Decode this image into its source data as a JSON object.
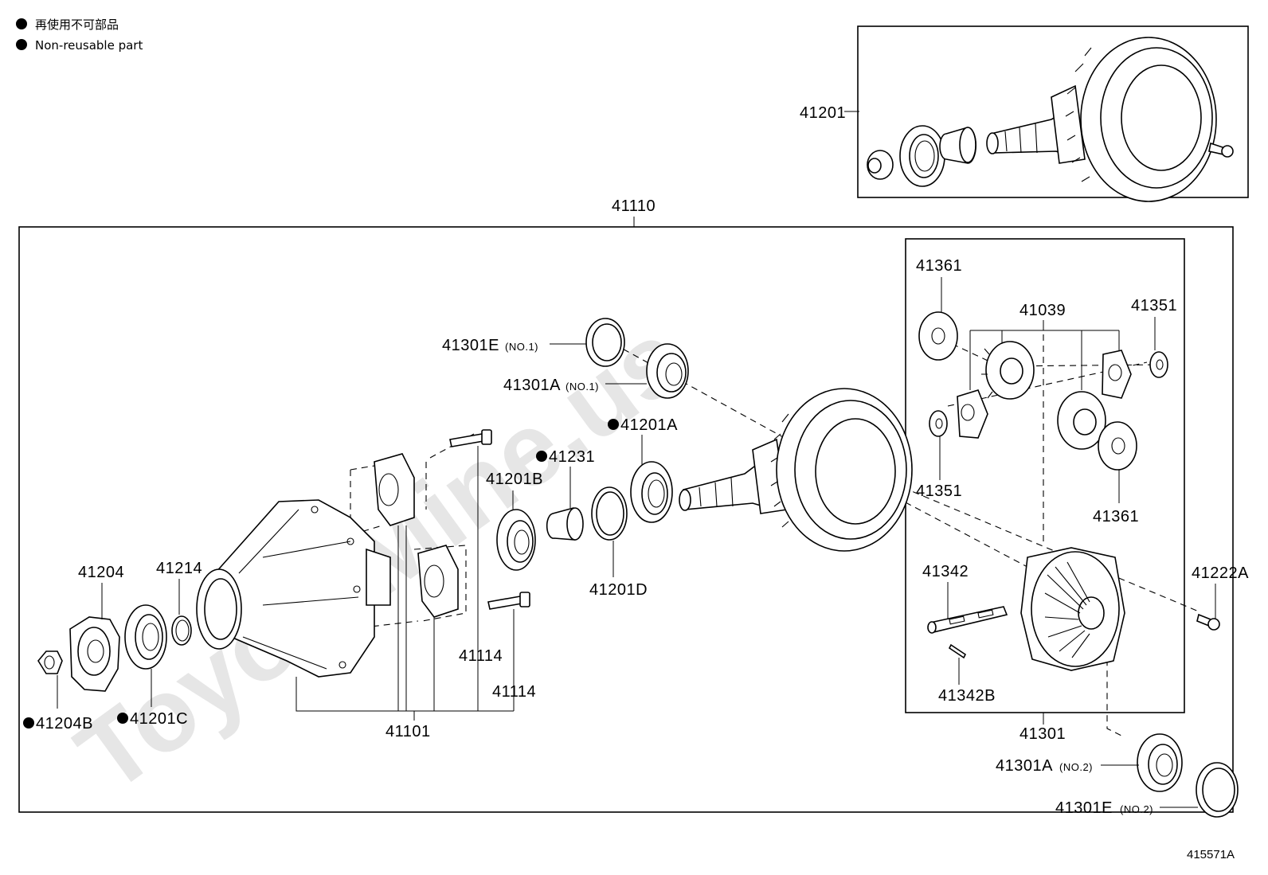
{
  "legend": {
    "items": [
      {
        "label_ja": "再使用不可部品"
      },
      {
        "label_en": "Non-reusable part"
      }
    ]
  },
  "watermark": "ToyotaMine.us",
  "drawing_ref": "415571A",
  "labels": {
    "p41201": "41201",
    "p41110": "41110",
    "p41301E_no1": "41301E",
    "p41301E_no1_sub": "(NO.1)",
    "p41301A_no1": "41301A",
    "p41301A_no1_sub": "(NO.1)",
    "p41201A": "41201A",
    "p41231": "41231",
    "p41201B": "41201B",
    "p41201D": "41201D",
    "p41204": "41204",
    "p41214": "41214",
    "p41204B": "41204B",
    "p41201C": "41201C",
    "p41114a": "41114",
    "p41114b": "41114",
    "p41101": "41101",
    "p41361a": "41361",
    "p41039": "41039",
    "p41351a": "41351",
    "p41351b": "41351",
    "p41361b": "41361",
    "p41342": "41342",
    "p41342B": "41342B",
    "p41222A": "41222A",
    "p41301": "41301",
    "p41301A_no2": "41301A",
    "p41301A_no2_sub": "(NO.2)",
    "p41301E_no2": "41301E",
    "p41301E_no2_sub": "(NO.2)"
  }
}
